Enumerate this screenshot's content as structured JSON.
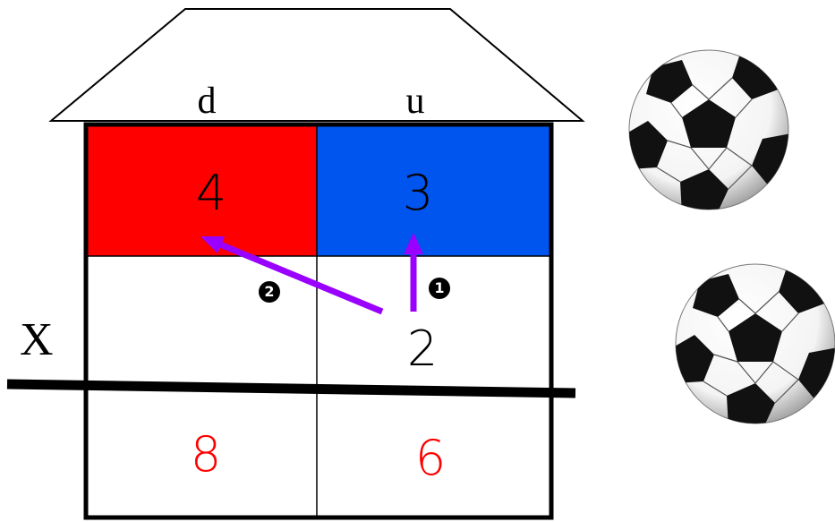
{
  "columns": {
    "left_label": "d",
    "right_label": "u"
  },
  "multiply_sign": "X",
  "top_row": {
    "left": "4",
    "right": "3",
    "left_color": "#ff0000",
    "right_color": "#0055ee"
  },
  "multiplier": {
    "right": "2"
  },
  "result": {
    "left": "8",
    "right": "6",
    "color": "#ff0000"
  },
  "steps": {
    "first": "1",
    "second": "2",
    "arrow_color": "#9900ff"
  },
  "icons": [
    "soccer-ball-icon",
    "soccer-ball-icon"
  ]
}
